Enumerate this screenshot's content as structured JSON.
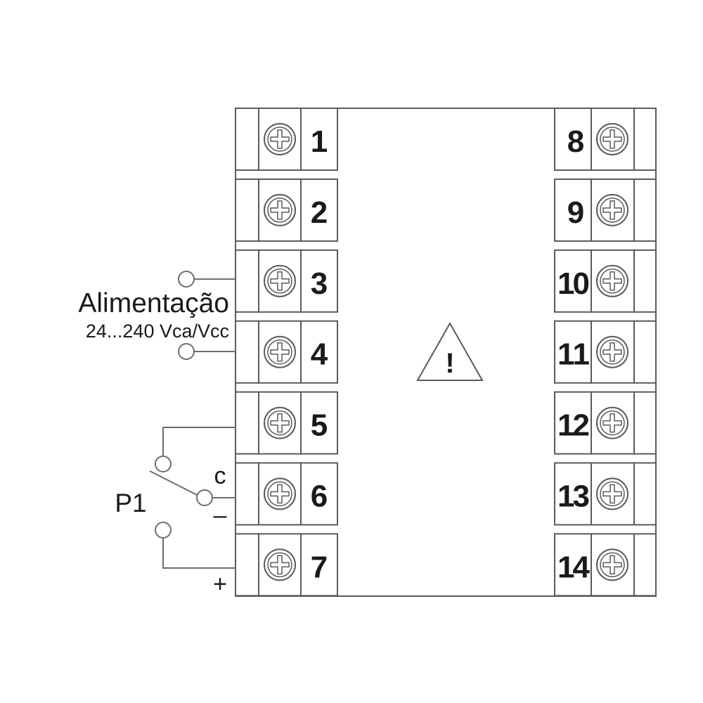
{
  "left_terminals": [
    "1",
    "2",
    "3",
    "4",
    "5",
    "6",
    "7"
  ],
  "right_terminals": [
    "8",
    "9",
    "10",
    "11",
    "12",
    "13",
    "14"
  ],
  "power": {
    "label": "Alimentação",
    "range": "24...240 Vca/Vcc"
  },
  "switch": {
    "name": "P1",
    "common_label": "c",
    "minus_label": "–",
    "plus_label": "+"
  },
  "warning": {
    "symbol": "!"
  }
}
